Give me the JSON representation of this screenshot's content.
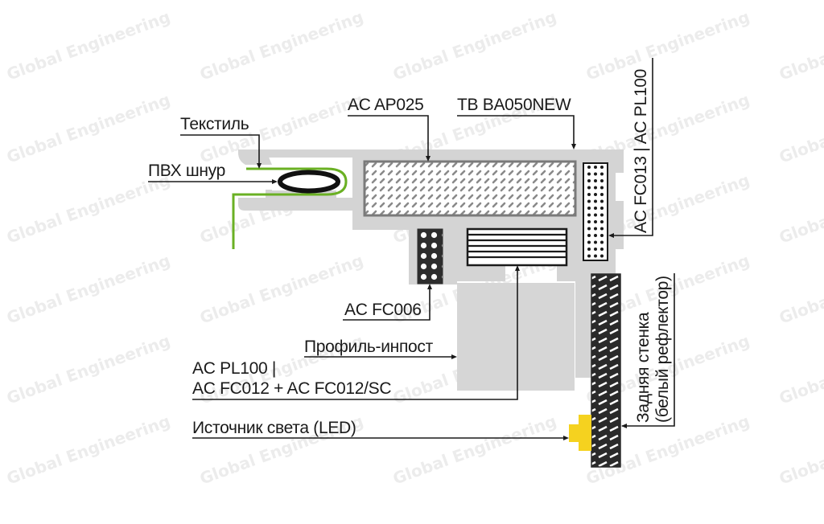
{
  "watermark": "Global Engineering",
  "colors": {
    "profile_gray": "#d4d4d4",
    "textile_green": "#6ab023",
    "led_yellow": "#f5d21f",
    "dark": "#1a1a1a",
    "hatch_gray": "#8a8a8a"
  },
  "labels": {
    "textile": "Текстиль",
    "pvc_cord": "ПВХ шнур",
    "ac_ap025": "AC AP025",
    "tb_ba050new": "TB BA050NEW",
    "ac_fc013_pl100": "AC FC013 | AC PL100",
    "ac_fc006": "AC FC006",
    "profile_impost": "Профиль-инпост",
    "ac_pl100_line1": "AC PL100 |",
    "ac_pl100_line2": "AC FC012 + AC FC012/SC",
    "led_source": "Источник света (LED)",
    "back_wall_line1": "Задняя стенка",
    "back_wall_line2": "(белый рефлектор)"
  }
}
